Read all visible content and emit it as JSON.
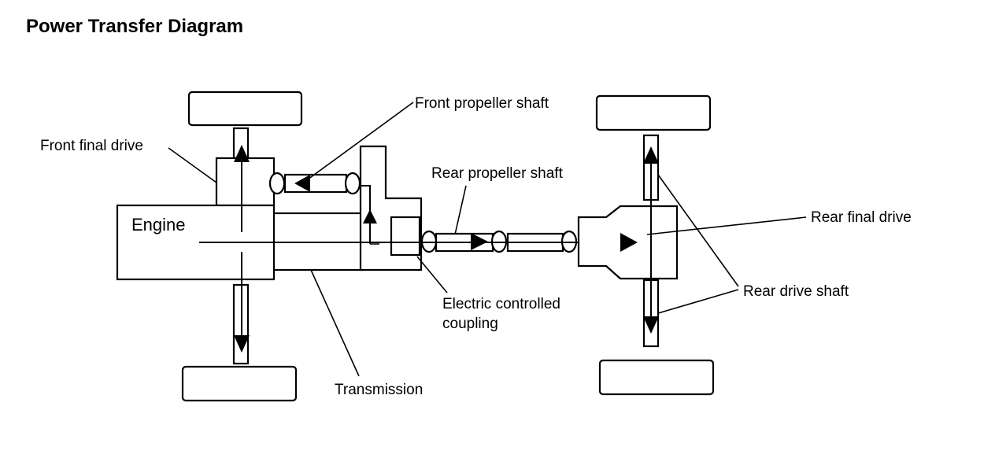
{
  "title": "Power Transfer Diagram",
  "labels": {
    "engine": "Engine",
    "front_propeller_shaft": "Front propeller shaft",
    "front_final_drive": "Front final drive",
    "rear_propeller_shaft": "Rear propeller shaft",
    "rear_final_drive": "Rear final drive",
    "rear_drive_shaft": "Rear drive shaft",
    "electric_coupling_line1": "Electric controlled",
    "electric_coupling_line2": "coupling",
    "transmission": "Transmission"
  },
  "colors": {
    "line": "#000000",
    "background": "#ffffff"
  }
}
